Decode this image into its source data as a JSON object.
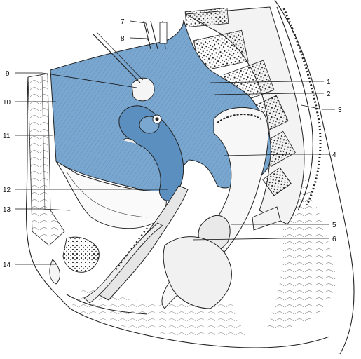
{
  "figure": {
    "peritoneum_color": "#7aa7cf",
    "peritoneum_shade": "#5b8fc0",
    "line_color": "#222222",
    "bone_color": "#f2f2f2",
    "labels": [
      {
        "id": "l1",
        "text": "1"
      },
      {
        "id": "l2",
        "text": "2"
      },
      {
        "id": "l3",
        "text": "3"
      },
      {
        "id": "l4",
        "text": "4"
      },
      {
        "id": "l5",
        "text": "5"
      },
      {
        "id": "l6",
        "text": "6"
      },
      {
        "id": "l7",
        "text": "7"
      },
      {
        "id": "l8",
        "text": "8"
      },
      {
        "id": "l9",
        "text": "9"
      },
      {
        "id": "l10",
        "text": "10"
      },
      {
        "id": "l11",
        "text": "11"
      },
      {
        "id": "l12",
        "text": "12"
      },
      {
        "id": "l13",
        "text": "13"
      },
      {
        "id": "l14",
        "text": "14"
      }
    ]
  }
}
